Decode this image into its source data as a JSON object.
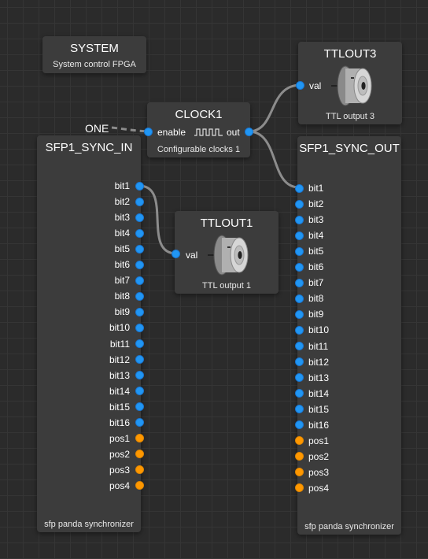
{
  "colors": {
    "background": "#2b2b2b",
    "block": "#3c3c3c",
    "bit_port": "#2196f3",
    "pos_port": "#ff9800",
    "wire": "#8c8c8c"
  },
  "const_one": "ONE",
  "blocks": {
    "system": {
      "title": "SYSTEM",
      "desc": "System control FPGA"
    },
    "clock1": {
      "title": "CLOCK1",
      "desc": "Configurable clocks 1",
      "in_port": "enable",
      "out_port": "out",
      "icon": "clock-waveform-icon"
    },
    "ttlout3": {
      "title": "TTLOUT3",
      "desc": "TTL output 3",
      "in_port": "val",
      "icon": "ttl-connector-icon"
    },
    "ttlout1": {
      "title": "TTLOUT1",
      "desc": "TTL output 1",
      "in_port": "val",
      "icon": "ttl-connector-icon"
    },
    "sfp1_sync_in": {
      "title": "SFP1_SYNC_IN",
      "desc": "sfp panda synchronizer",
      "ports": [
        {
          "label": "bit1",
          "type": "bit"
        },
        {
          "label": "bit2",
          "type": "bit"
        },
        {
          "label": "bit3",
          "type": "bit"
        },
        {
          "label": "bit4",
          "type": "bit"
        },
        {
          "label": "bit5",
          "type": "bit"
        },
        {
          "label": "bit6",
          "type": "bit"
        },
        {
          "label": "bit7",
          "type": "bit"
        },
        {
          "label": "bit8",
          "type": "bit"
        },
        {
          "label": "bit9",
          "type": "bit"
        },
        {
          "label": "bit10",
          "type": "bit"
        },
        {
          "label": "bit11",
          "type": "bit"
        },
        {
          "label": "bit12",
          "type": "bit"
        },
        {
          "label": "bit13",
          "type": "bit"
        },
        {
          "label": "bit14",
          "type": "bit"
        },
        {
          "label": "bit15",
          "type": "bit"
        },
        {
          "label": "bit16",
          "type": "bit"
        },
        {
          "label": "pos1",
          "type": "pos"
        },
        {
          "label": "pos2",
          "type": "pos"
        },
        {
          "label": "pos3",
          "type": "pos"
        },
        {
          "label": "pos4",
          "type": "pos"
        }
      ]
    },
    "sfp1_sync_out": {
      "title": "SFP1_SYNC_OUT",
      "desc": "sfp panda synchronizer",
      "ports": [
        {
          "label": "bit1",
          "type": "bit"
        },
        {
          "label": "bit2",
          "type": "bit"
        },
        {
          "label": "bit3",
          "type": "bit"
        },
        {
          "label": "bit4",
          "type": "bit"
        },
        {
          "label": "bit5",
          "type": "bit"
        },
        {
          "label": "bit6",
          "type": "bit"
        },
        {
          "label": "bit7",
          "type": "bit"
        },
        {
          "label": "bit8",
          "type": "bit"
        },
        {
          "label": "bit9",
          "type": "bit"
        },
        {
          "label": "bit10",
          "type": "bit"
        },
        {
          "label": "bit11",
          "type": "bit"
        },
        {
          "label": "bit12",
          "type": "bit"
        },
        {
          "label": "bit13",
          "type": "bit"
        },
        {
          "label": "bit14",
          "type": "bit"
        },
        {
          "label": "bit15",
          "type": "bit"
        },
        {
          "label": "bit16",
          "type": "bit"
        },
        {
          "label": "pos1",
          "type": "pos"
        },
        {
          "label": "pos2",
          "type": "pos"
        },
        {
          "label": "pos3",
          "type": "pos"
        },
        {
          "label": "pos4",
          "type": "pos"
        }
      ]
    }
  },
  "links": [
    {
      "from": "CLOCK1.out",
      "to": "TTLOUT3.val"
    },
    {
      "from": "CLOCK1.out",
      "to": "SFP1_SYNC_OUT.bit1"
    },
    {
      "from": "SFP1_SYNC_IN.bit1",
      "to": "TTLOUT1.val"
    },
    {
      "from": "ONE",
      "to": "CLOCK1.enable"
    }
  ]
}
